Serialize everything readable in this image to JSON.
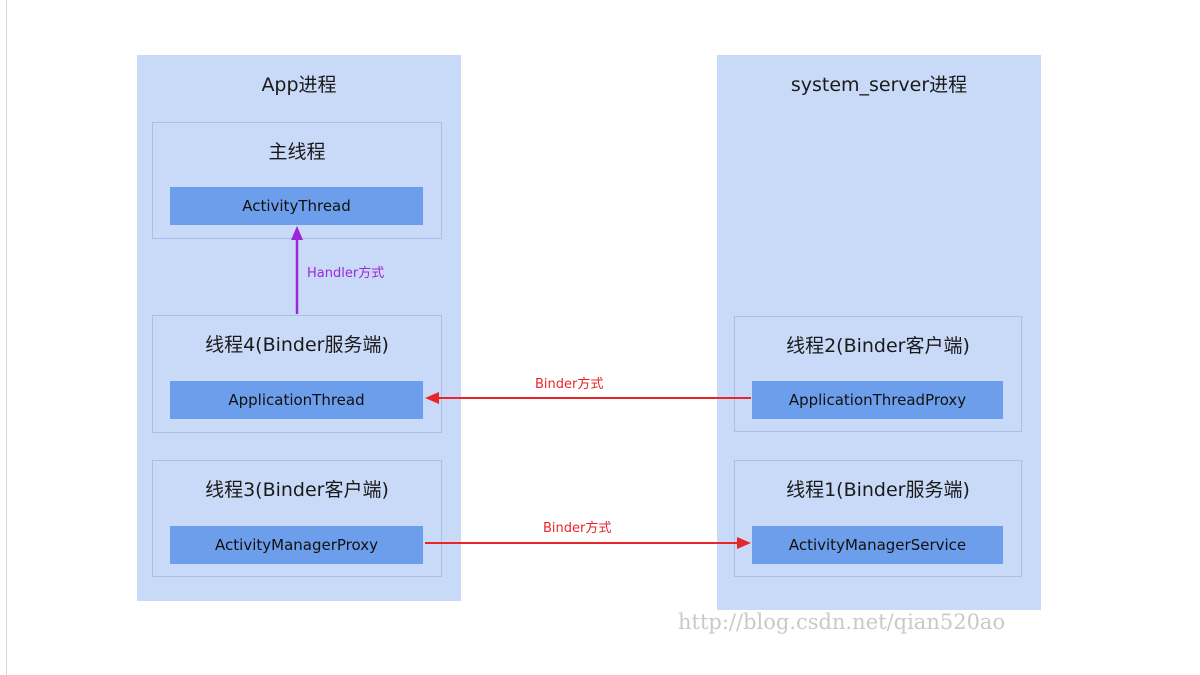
{
  "diagram": {
    "app_process": {
      "title": "App进程",
      "main_thread": {
        "title": "主线程",
        "component": "ActivityThread"
      },
      "thread4": {
        "title": "线程4(Binder服务端)",
        "component": "ApplicationThread"
      },
      "thread3": {
        "title": "线程3(Binder客户端)",
        "component": "ActivityManagerProxy"
      }
    },
    "system_server_process": {
      "title": "system_server进程",
      "thread2": {
        "title": "线程2(Binder客户端)",
        "component": "ApplicationThreadProxy"
      },
      "thread1": {
        "title": "线程1(Binder服务端)",
        "component": "ActivityManagerService"
      }
    },
    "connections": {
      "handler": "Handler方式",
      "binder_to_app": "Binder方式",
      "binder_to_system": "Binder方式"
    },
    "colors": {
      "process_fill": "#c9daf8",
      "component_fill": "#6d9eeb",
      "handler_arrow": "#9c27d9",
      "binder_arrow": "#e8262a"
    }
  },
  "watermark": "http://blog.csdn.net/qian520ao"
}
